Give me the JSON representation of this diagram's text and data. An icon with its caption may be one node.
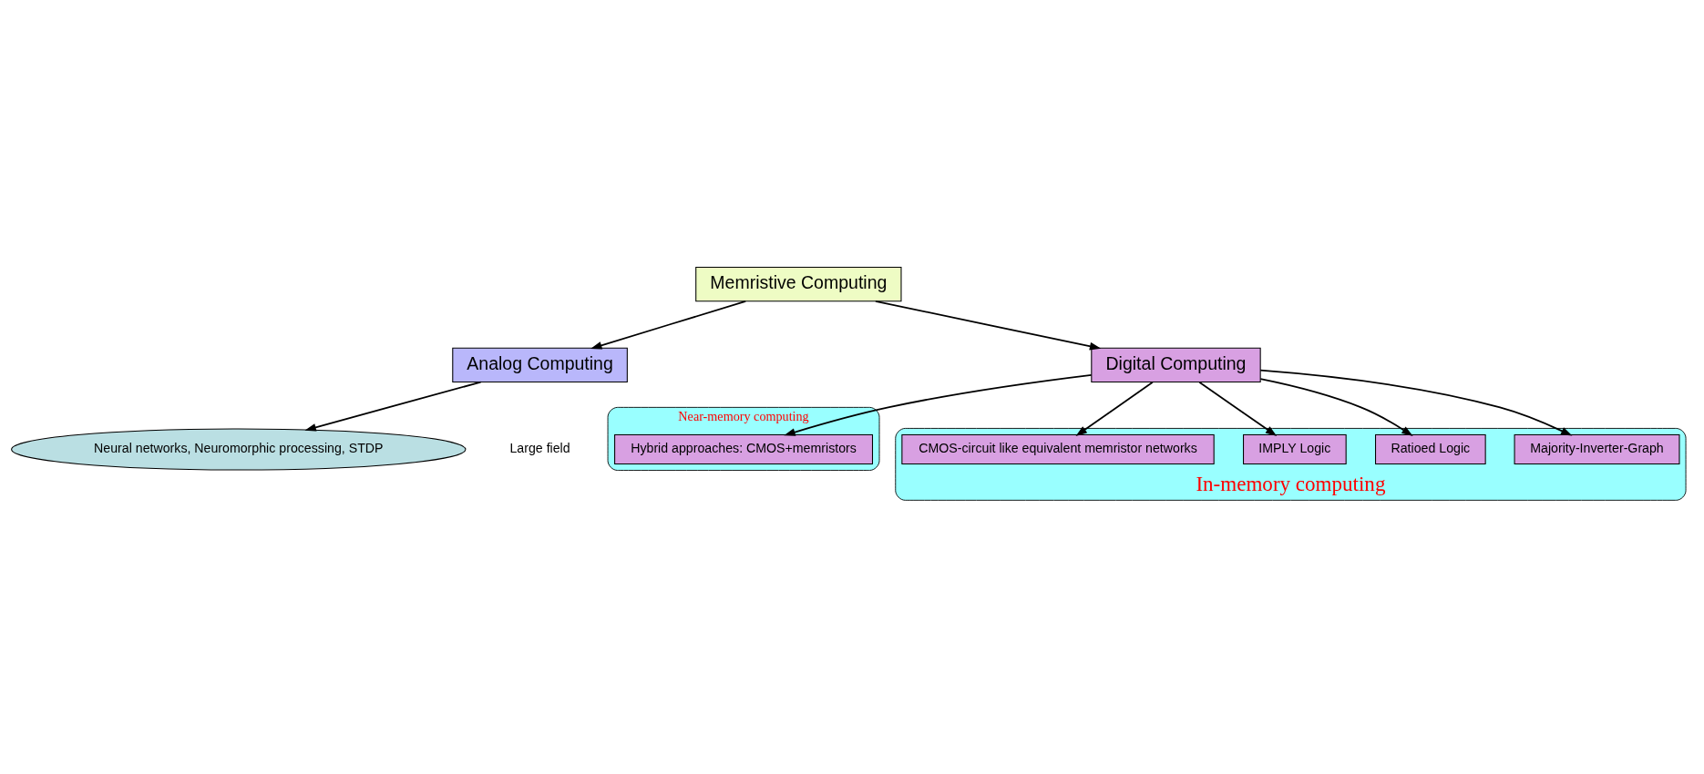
{
  "diagram": {
    "nodes": [
      {
        "text": [
          "Memristive Computing"
        ]
      },
      {
        "text": [
          "Analog Computing"
        ]
      },
      {
        "text": [
          "Digital Computing"
        ]
      },
      {
        "text": [
          "Neural networks, Neuromorphic processing, STDP"
        ]
      },
      {
        "text": [
          "Near-memory computing"
        ]
      },
      {
        "text": [
          "Hybrid approaches: CMOS+memristors"
        ],
        "in": 4
      },
      {
        "text": [
          "In-memory computing"
        ]
      },
      {
        "text": [
          "Majority-Inverter-Graph"
        ],
        "in": 6
      },
      {
        "text": [
          "Ratioed Logic"
        ],
        "in": 6
      },
      {
        "text": [
          "IMPLY Logic"
        ],
        "in": 6
      },
      {
        "text": [
          "CMOS-circuit like equivalent memristor networks"
        ],
        "in": 6
      }
    ],
    "edges": [
      {
        "from": 0,
        "to": 1,
        "arrow": "to"
      },
      {
        "from": 0,
        "to": 2,
        "arrow": "to"
      },
      {
        "from": 1,
        "to": 3,
        "arrow": "to"
      },
      {
        "from": 2,
        "to": 8,
        "arrow": "to"
      },
      {
        "from": 2,
        "to": 9,
        "arrow": "to"
      },
      {
        "from": 2,
        "to": 7,
        "arrow": "to"
      },
      {
        "from": 2,
        "to": 10,
        "arrow": "to"
      },
      {
        "from": 2,
        "to": 5,
        "arrow": "to"
      }
    ],
    "labels": [
      "Large field"
    ]
  }
}
